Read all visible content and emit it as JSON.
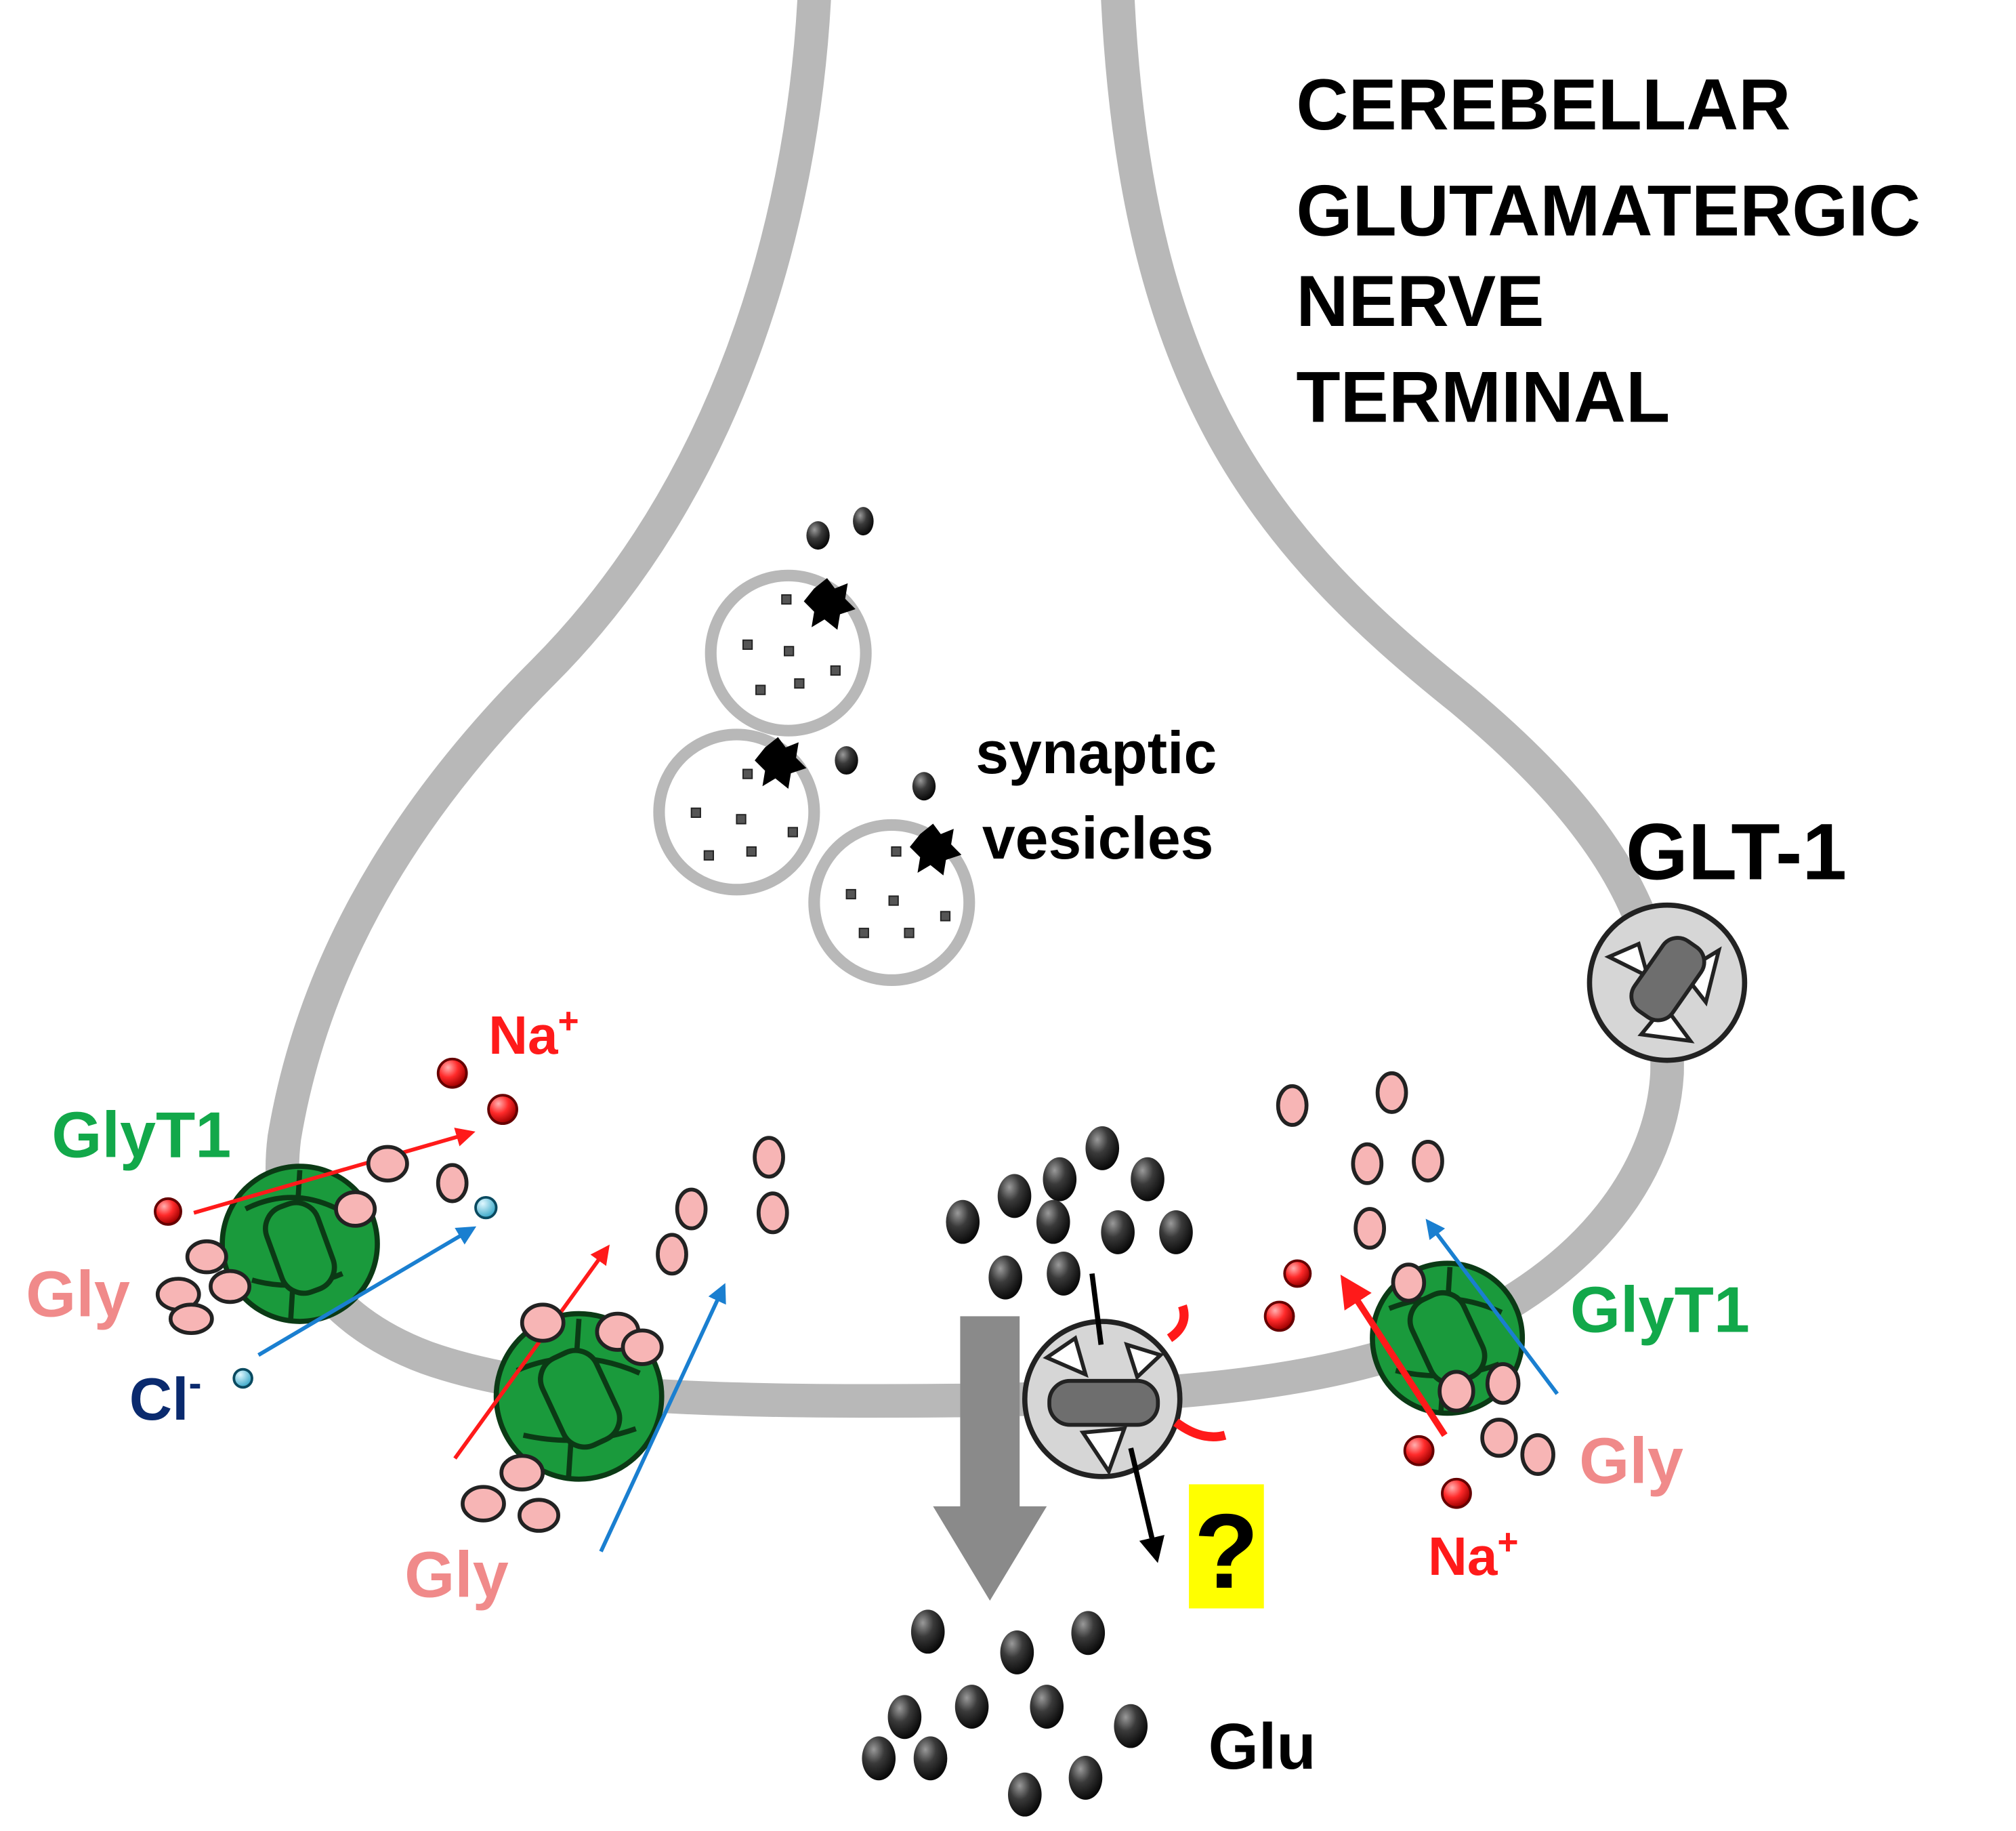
{
  "title_lines": [
    "CEREBELLAR",
    "GLUTAMATERGIC",
    "NERVE",
    "TERMINAL"
  ],
  "labels": {
    "synaptic_vesicles_line1": "synaptic",
    "synaptic_vesicles_line2": "vesicles",
    "glt1": "GLT-1",
    "glyt1_left": "GlyT1",
    "glyt1_right": "GlyT1",
    "na_top": "Na",
    "na_bottom": "Na",
    "plus": "+",
    "gly_left": "Gly",
    "gly_middle": "Gly",
    "gly_right": "Gly",
    "cl": "Cl",
    "minus": "-",
    "glu": "Glu",
    "question": "?"
  },
  "colors": {
    "membrane": "#b8b8b8",
    "glyt1_fill": "#1a9a3c",
    "glyt1_dark": "#0b5a20",
    "glyt1_label": "#12a84a",
    "gly": "#f08a8a",
    "gly_particle": "#f7b5b5",
    "sodium": "#ff1a1a",
    "chloride_label": "#0a2a6e",
    "chloride_particle": "#7fd4e6",
    "blue_arrow": "#1a7fd0",
    "glutamate": "#333333",
    "transporter_grey": "#d6d6d6",
    "question_box": "#ffff00"
  },
  "icons": [
    "glyt1-transporter-icon",
    "glt1-transporter-icon",
    "synaptic-vesicle-icon",
    "release-arrow-icon"
  ]
}
